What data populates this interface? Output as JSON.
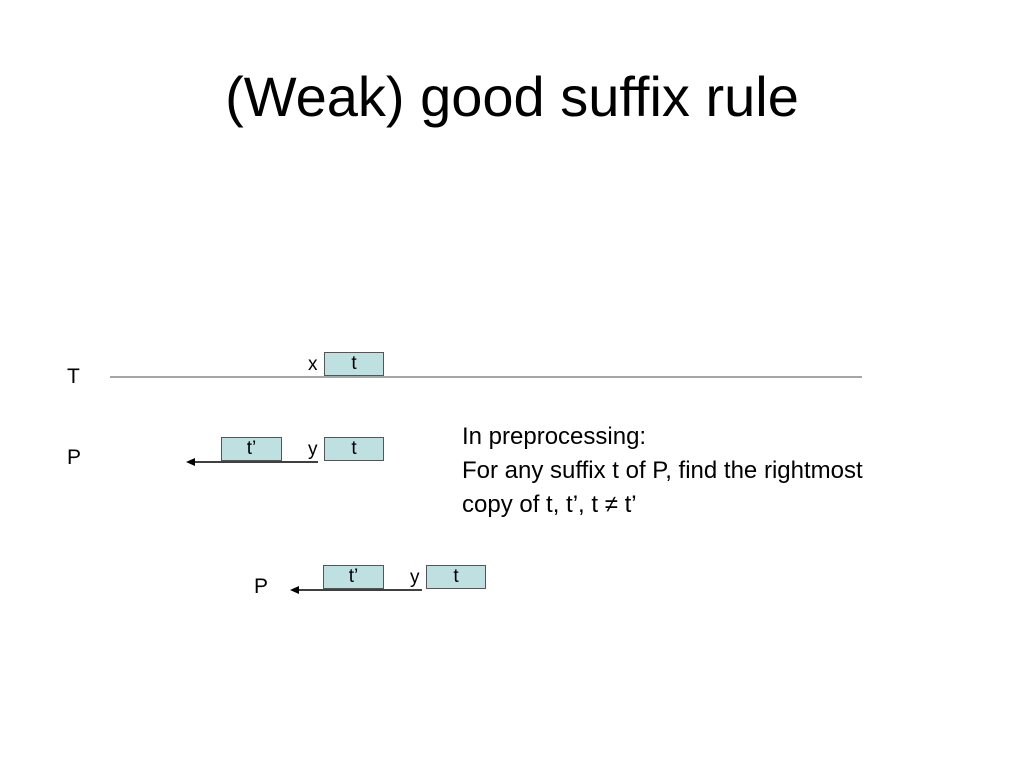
{
  "slide": {
    "title": "(Weak) good suffix rule"
  },
  "diagram": {
    "text_row": {
      "label": "T",
      "mismatch_char": "x",
      "suffix_box": "t"
    },
    "pattern_row": {
      "label": "P",
      "copy_box": "t’",
      "mismatch_char": "y",
      "suffix_box": "t"
    },
    "shifted_pattern_row": {
      "label": "P",
      "copy_box": "t’",
      "mismatch_char": "y",
      "suffix_box": "t"
    },
    "line_color": "#888888",
    "box_fill": "#bfe0e0"
  },
  "note": {
    "lines": [
      "In preprocessing:",
      "For any suffix t of P, find the rightmost",
      "copy of t, t’, t ≠ t’"
    ]
  }
}
